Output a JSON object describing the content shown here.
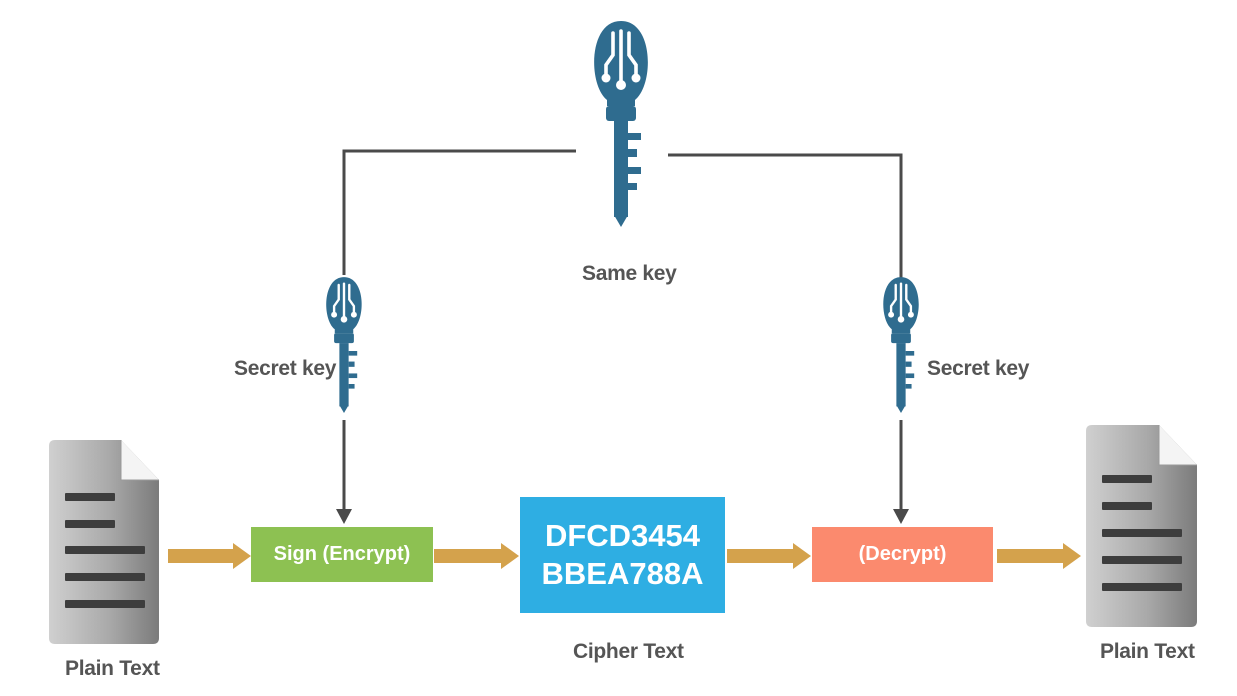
{
  "labels": {
    "same_key": "Same key",
    "secret_key_left": "Secret key",
    "secret_key_right": "Secret key",
    "plain_text_left": "Plain Text",
    "cipher_text": "Cipher Text",
    "plain_text_right": "Plain Text"
  },
  "boxes": {
    "sign": "Sign (Encrypt)",
    "cipher_line1": "DFCD3454",
    "cipher_line2": "BBEA788A",
    "decrypt": "(Decrypt)"
  },
  "icons": {
    "main_key": "key-icon",
    "left_key": "key-icon",
    "right_key": "key-icon",
    "left_document": "document-icon",
    "right_document": "document-icon"
  },
  "colors": {
    "key": "#2F6C8F",
    "line": "#4a4a4a",
    "flow_arrow": "#D4A24C",
    "sign_box": "#8DC152",
    "cipher_box": "#2EAEE3",
    "decrypt_box": "#FB8A6E",
    "label": "#555555"
  }
}
